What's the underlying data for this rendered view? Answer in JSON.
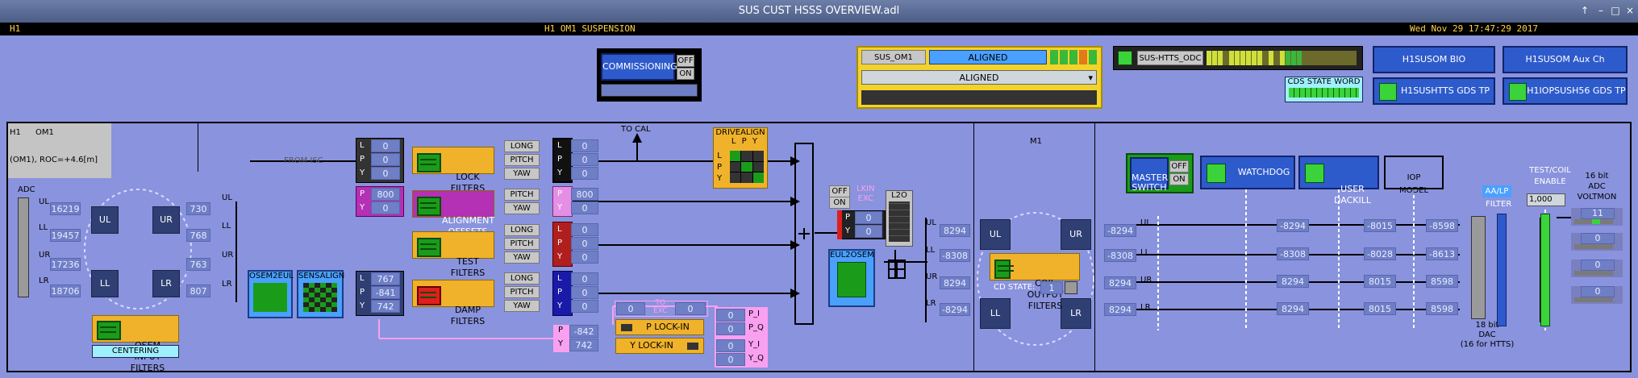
{
  "window": {
    "title": "SUS CUST HSSS OVERVIEW.adl"
  },
  "header": {
    "site": "H1",
    "system": "H1 OM1 SUSPENSION",
    "timestamp": "Wed Nov 29 17:47:29 2017"
  },
  "commissioning": {
    "label": "COMMISSIONING",
    "off": "OFF",
    "on": "ON"
  },
  "guardian": {
    "node": "SUS_OM1",
    "state": "ALIGNED",
    "request": "ALIGNED"
  },
  "odc": {
    "label": "SUS-HTTS_ODC",
    "cds_state_word": "CDS STATE WORD"
  },
  "links": {
    "bio": "H1SUSOM BIO",
    "aux": "H1SUSOM Aux Ch",
    "gds1": "H1SUSHTTS GDS TP",
    "gds2": "H1IOPSUSH56 GDS TP"
  },
  "info": {
    "line1a": "H1",
    "line1b": "OM1",
    "line2": "(OM1), ROC=+4.6[m]"
  },
  "adc": {
    "label": "ADC",
    "channels": [
      "UL",
      "LL",
      "UR",
      "LR"
    ],
    "values": [
      "16219",
      "19457",
      "17236",
      "18706"
    ]
  },
  "osem_mid": {
    "values": [
      "730",
      "768",
      "763",
      "807"
    ],
    "labels": [
      "UL",
      "LL",
      "UR",
      "LR"
    ]
  },
  "osem_nodes": [
    "UL",
    "UR",
    "LL",
    "LR"
  ],
  "osem_input": {
    "label": "OSEM\nINPUT FILTERS",
    "centering": "CENTERING"
  },
  "osem2eul": "OSEM2EUL",
  "sensalign": "SENSALIGN",
  "from_isc": "FROM ISC",
  "to_cal": "TO CAL",
  "to_exc": "TO\nEXC",
  "lock": {
    "labels": [
      "L",
      "P",
      "Y"
    ],
    "values": [
      "0",
      "0",
      "0"
    ],
    "filters": "LOCK\nFILTERS"
  },
  "align": {
    "labels": [
      "P",
      "Y"
    ],
    "values": [
      "800",
      "0"
    ],
    "filters": "ALIGNMENT\nOFFSETS"
  },
  "test": {
    "filters": "TEST\nFILTERS"
  },
  "damp": {
    "labels": [
      "L",
      "P",
      "Y"
    ],
    "values": [
      "767",
      "-841",
      "742"
    ],
    "filters": "DAMP\nFILTERS"
  },
  "dof_buttons": {
    "long": "LONG",
    "pitch": "PITCH",
    "yaw": "YAW"
  },
  "out_lock": {
    "labels": [
      "L",
      "P",
      "Y"
    ],
    "values": [
      "0",
      "0",
      "0"
    ]
  },
  "out_align": {
    "labels": [
      "P",
      "Y"
    ],
    "values": [
      "800",
      "0"
    ]
  },
  "out_test": {
    "labels": [
      "L",
      "P",
      "Y"
    ],
    "values": [
      "0",
      "0",
      "0"
    ]
  },
  "out_damp": {
    "labels": [
      "L",
      "P",
      "Y"
    ],
    "values": [
      "0",
      "0",
      "0"
    ]
  },
  "drivealign": {
    "label": "DRIVEALIGN",
    "cols": "L P Y",
    "rows": [
      "L",
      "P",
      "Y"
    ]
  },
  "lockin": {
    "exc_values": [
      "0",
      "0"
    ],
    "p_label": "P LOCK-IN",
    "y_label": "Y LOCK-IN",
    "py_labels": [
      "P",
      "Y"
    ],
    "py_values": [
      "-842",
      "742"
    ],
    "pi_labels": [
      "P_I",
      "P_Q",
      "Y_I",
      "Y_Q"
    ],
    "pi_values": [
      "0",
      "0",
      "0",
      "0"
    ]
  },
  "lkin": {
    "label": "LKIN\nEXC",
    "off": "OFF",
    "on": "ON",
    "labels": [
      "P",
      "Y"
    ],
    "values": [
      "0",
      "0"
    ]
  },
  "l2o": "L2O",
  "eul2osem": "EUL2OSEM",
  "eul_out": {
    "labels": [
      "UL",
      "LL",
      "UR",
      "LR"
    ],
    "values": [
      "8294",
      "-8308",
      "8294",
      "-8294"
    ]
  },
  "m1": "M1",
  "coil": {
    "label": "COIL\nOUTPUT FILTERS",
    "cd_state": "CD STATE:",
    "cd_value": "1",
    "nodes": [
      "UL",
      "UR",
      "LL",
      "LR"
    ]
  },
  "master": {
    "label": "MASTER\nSWITCH",
    "off": "OFF",
    "on": "ON"
  },
  "watchdog": "WATCHDOG",
  "dackill": "USER\nDACKILL",
  "iop": "IOP\nMODEL",
  "chain": {
    "labels": [
      "UL",
      "LL",
      "UR",
      "LR"
    ],
    "col1": [
      "-8294",
      "-8308",
      "8294",
      "8294"
    ],
    "col2": [
      "-8294",
      "-8308",
      "8294",
      "8294"
    ],
    "col3": [
      "-8015",
      "-8028",
      "8015",
      "8015"
    ],
    "col4": [
      "-8598",
      "-8613",
      "8598",
      "8598"
    ]
  },
  "dac": {
    "label": "18 bit\nDAC\n(16 for HTTS)"
  },
  "aa": {
    "label": "AA/LP",
    "filter": "FILTER"
  },
  "testcoil": {
    "label": "TEST/COIL\nENABLE",
    "value": "1,000"
  },
  "voltmon": {
    "label": "16 bit\nADC\nVOLTMON",
    "values": [
      "11",
      "0",
      "0",
      "0"
    ]
  }
}
